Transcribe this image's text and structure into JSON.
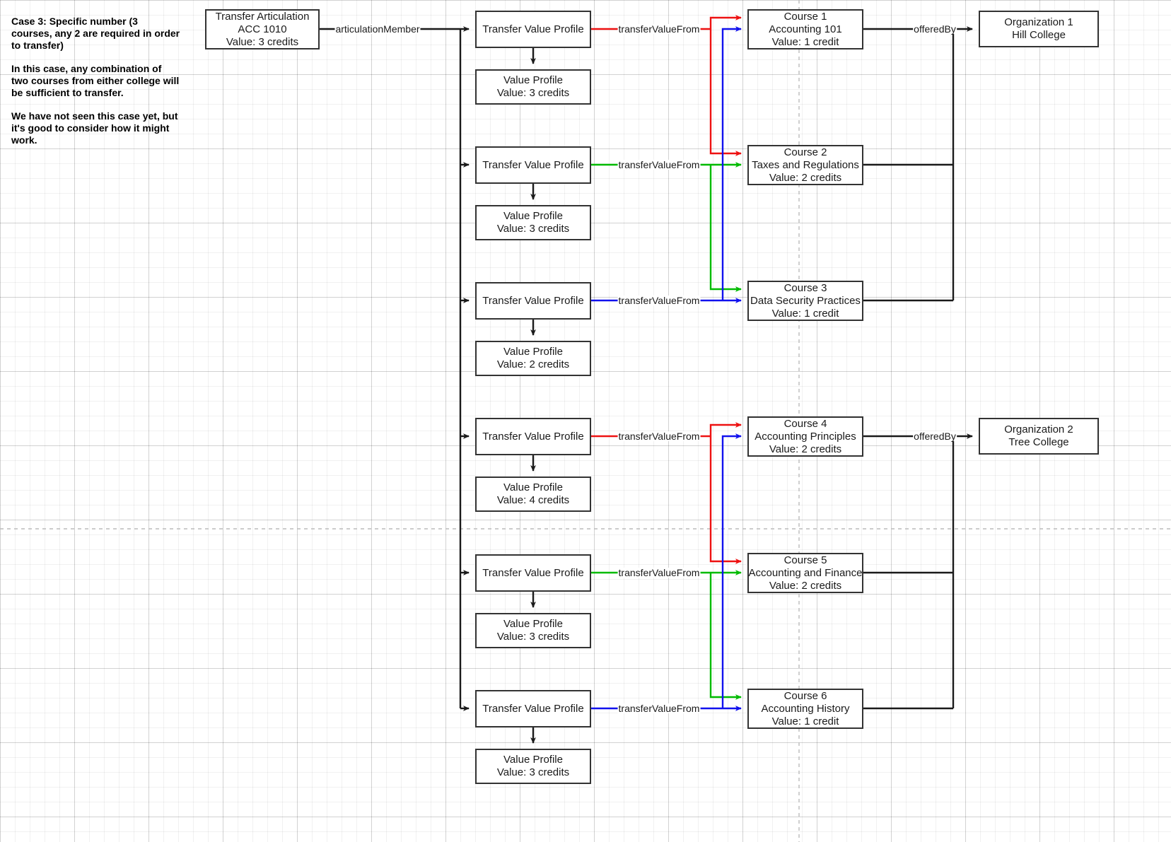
{
  "diagram": {
    "title_note": {
      "paragraphs": [
        "Case 3: Specific number (3 courses, any 2 are required in order to transfer)",
        "In this case, any combination of two courses from either college will be sufficient to transfer.",
        "We have not seen this case yet, but it's good to consider how it might work."
      ],
      "line_groups": [
        [
          "Case 3: Specific number",
          "(3 courses, any 2 are required in",
          "order to transfer)"
        ],
        [
          "In this case, any combination of",
          "two courses from either college",
          "will be sufficient to transfer."
        ],
        [
          "We have not seen this case yet,",
          "but it's good to consider how it",
          "might work."
        ]
      ]
    },
    "articulation": {
      "line1": "Transfer Articulation",
      "line2": "ACC 1010",
      "line3": "Value: 3 credits"
    },
    "transfer_value_profiles": [
      {
        "label": "Transfer Value Profile"
      },
      {
        "label": "Transfer Value Profile"
      },
      {
        "label": "Transfer Value Profile"
      },
      {
        "label": "Transfer Value Profile"
      },
      {
        "label": "Transfer Value Profile"
      },
      {
        "label": "Transfer Value Profile"
      }
    ],
    "value_profiles": [
      {
        "label": "Value Profile",
        "value": "Value: 3 credits"
      },
      {
        "label": "Value Profile",
        "value": "Value: 3 credits"
      },
      {
        "label": "Value Profile",
        "value": "Value: 2 credits"
      },
      {
        "label": "Value Profile",
        "value": "Value: 4 credits"
      },
      {
        "label": "Value Profile",
        "value": "Value: 3 credits"
      },
      {
        "label": "Value Profile",
        "value": "Value: 3 credits"
      }
    ],
    "courses": [
      {
        "id": "Course 1",
        "name": "Accounting 101",
        "value": "Value: 1 credit"
      },
      {
        "id": "Course 2",
        "name": "Taxes and Regulations",
        "value": "Value: 2 credits"
      },
      {
        "id": "Course 3",
        "name": "Data Security Practices",
        "value": "Value: 1 credit"
      },
      {
        "id": "Course 4",
        "name": "Accounting Principles",
        "value": "Value: 2 credits"
      },
      {
        "id": "Course 5",
        "name": "Accounting and Finance",
        "value": "Value: 2 credits"
      },
      {
        "id": "Course 6",
        "name": "Accounting History",
        "value": "Value: 1 credit"
      }
    ],
    "organizations": [
      {
        "id": "Organization 1",
        "name": "Hill College"
      },
      {
        "id": "Organization 2",
        "name": "Tree College"
      }
    ],
    "edge_labels": {
      "articulation_member": "articulationMember",
      "transfer_value_from": "transferValueFrom",
      "offered_by": "offeredBy"
    },
    "edge_colors": {
      "default": "#1a1a1a",
      "red": "#ee1111",
      "green": "#00bb00",
      "blue": "#1111ee"
    }
  }
}
